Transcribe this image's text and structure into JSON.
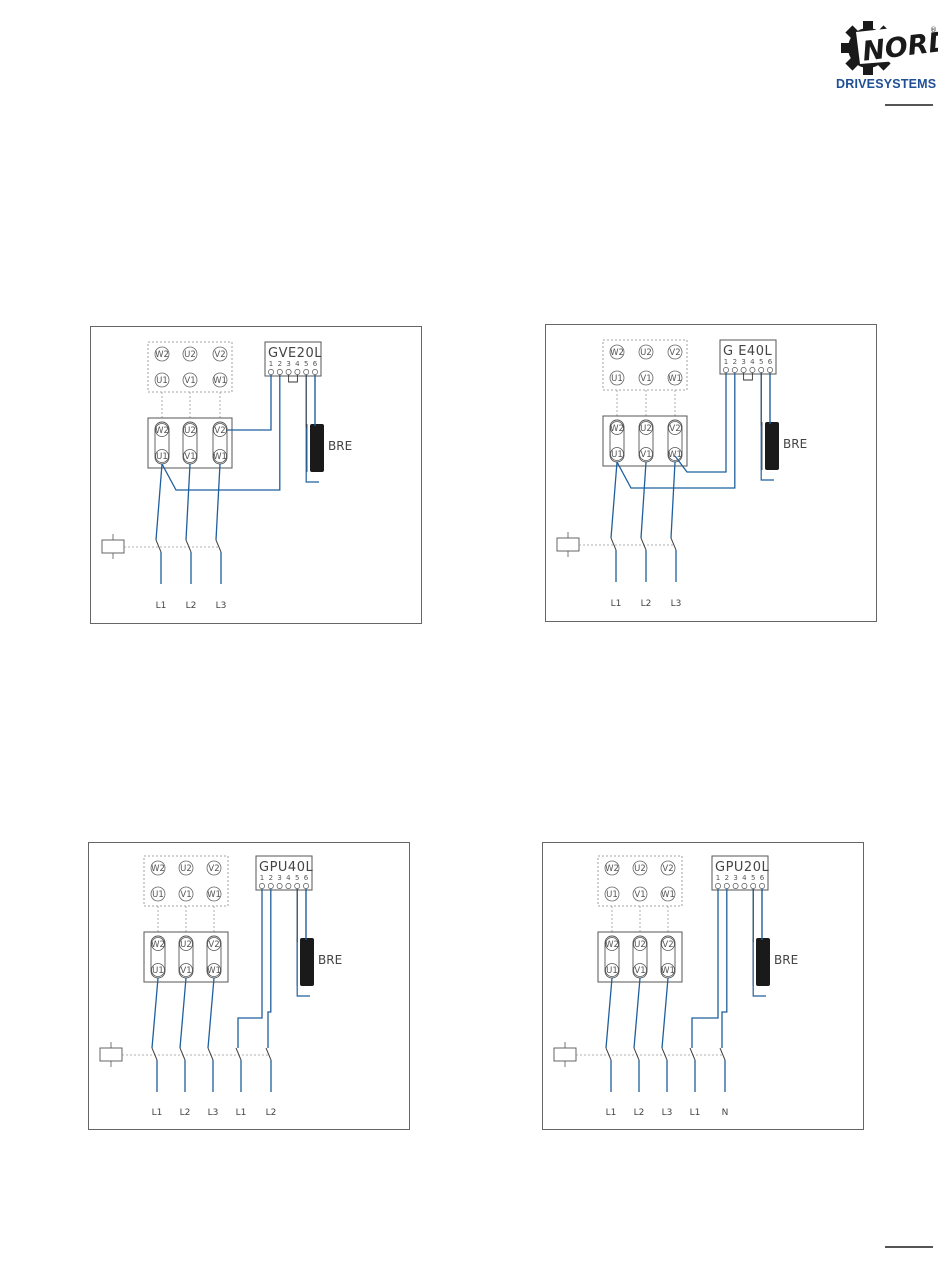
{
  "brand": {
    "name": "NORD",
    "registered": "®",
    "tagline": "DRIVESYSTEMS",
    "color": "#1f4f95"
  },
  "wire_color": "#1f5f9e",
  "diagrams": [
    {
      "title": "GVE20L",
      "pin_numbers": [
        "1",
        "2",
        "3",
        "4",
        "5",
        "6"
      ],
      "brake_label": "BRE",
      "terminals_upper": [
        "W2",
        "U2",
        "V2"
      ],
      "terminals_lower": [
        "U1",
        "V1",
        "W1"
      ],
      "line_labels": [
        "L1",
        "L2",
        "L3"
      ]
    },
    {
      "title": "G  E40L",
      "pin_numbers": [
        "1",
        "2",
        "3",
        "4",
        "5",
        "6"
      ],
      "brake_label": "BRE",
      "terminals_upper": [
        "W2",
        "U2",
        "V2"
      ],
      "terminals_lower": [
        "U1",
        "V1",
        "W1"
      ],
      "line_labels": [
        "L1",
        "L2",
        "L3"
      ]
    },
    {
      "title": "GPU40L",
      "pin_numbers": [
        "1",
        "2",
        "3",
        "4",
        "5",
        "6"
      ],
      "brake_label": "BRE",
      "terminals_upper": [
        "W2",
        "U2",
        "V2"
      ],
      "terminals_lower": [
        "U1",
        "V1",
        "W1"
      ],
      "line_labels": [
        "L1",
        "L2",
        "L3",
        "L1",
        "L2"
      ]
    },
    {
      "title": "GPU20L",
      "pin_numbers": [
        "1",
        "2",
        "3",
        "4",
        "5",
        "6"
      ],
      "brake_label": "BRE",
      "terminals_upper": [
        "W2",
        "U2",
        "V2"
      ],
      "terminals_lower": [
        "U1",
        "V1",
        "W1"
      ],
      "line_labels": [
        "L1",
        "L2",
        "L3",
        "L1",
        "N"
      ]
    }
  ]
}
